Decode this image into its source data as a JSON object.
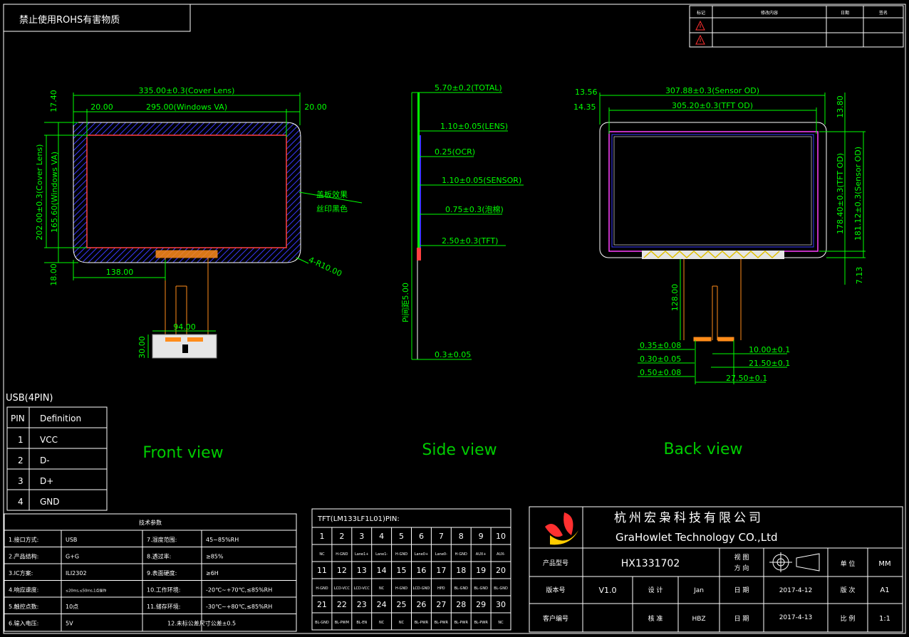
{
  "title_note": "禁止使用ROHS有害物质",
  "revision_table": {
    "headers": [
      "标记",
      "修改内容",
      "日期",
      "签名"
    ],
    "marks": [
      "warning-triangle-icon",
      "warning-triangle-icon"
    ]
  },
  "front_view": {
    "label": "Front view",
    "dims": {
      "cover_lens_w": "335.00±0.3(Cover Lens)",
      "windows_va_w": "295.00(Windows VA)",
      "margin_left": "20.00",
      "margin_right": "20.00",
      "cover_lens_h": "202.00±0.3(Cover Lens)",
      "windows_va_h": "165.60(Windows VA)",
      "top_margin": "17.40",
      "bottom_margin": "18.00",
      "fpc_offset": "138.00",
      "corner_radius": "4-R10.00",
      "connector_w": "94.00",
      "connector_h": "30.00"
    },
    "annotation_lines": [
      "盖板效果",
      "丝印黑色"
    ]
  },
  "side_view": {
    "label": "Side view",
    "dims": [
      "5.70±0.2(TOTAL)",
      "1.10±0.05(LENS)",
      "0.25(OCR)",
      "1.10±0.05(SENSOR)",
      "0.75±0.3(泡棉)",
      "2.50±0.3(TFT)"
    ],
    "fpc_pitch": "Pi间距5.00",
    "fpc_thickness": "0.3±0.05"
  },
  "back_view": {
    "label": "Back view",
    "dims": {
      "left1": "13.56",
      "sensor_od_w": "307.88±0.3(Sensor OD)",
      "left2": "14.35",
      "tft_od_w": "305.20±0.3(TFT OD)",
      "right_top": "13.80",
      "tft_od_h": "178.40±0.3(TFT OD)",
      "sensor_od_h": "181.12±0.3(Sensor OD)",
      "bottom_right": "7.13",
      "fpc_len": "128.00",
      "d1": "0.35±0.08",
      "d2": "0.30±0.05",
      "d3": "0.50±0.08",
      "w1": "10.00±0.1",
      "w2": "21.50±0.1",
      "w3": "27.50±0.1"
    }
  },
  "usb_table": {
    "title": "USB(4PIN)",
    "headers": [
      "PIN",
      "Definition"
    ],
    "rows": [
      [
        "1",
        "VCC"
      ],
      [
        "2",
        "D-"
      ],
      [
        "3",
        "D+"
      ],
      [
        "4",
        "GND"
      ]
    ]
  },
  "spec_table": {
    "title": "技术参数",
    "rows": [
      [
        "1.接口方式:",
        "USB",
        "7.湿度范围:",
        "45~85%RH"
      ],
      [
        "2.产品结构:",
        "G+G",
        "8.透过率:",
        "≥85%"
      ],
      [
        "3.IC方案:",
        "ILI2302",
        "9.表面硬度:",
        "≥6H"
      ],
      [
        "4.响应速度:",
        "≤20ms,≤50ms,1点操作",
        "10.工作环境:",
        "-20℃~+70℃,≤85%RH"
      ],
      [
        "5.触控点数:",
        "10点",
        "11.储存环境:",
        "-30℃~+80℃,≤85%RH"
      ],
      [
        "6.输入电压:",
        "5V",
        "12.未标公差尺寸公差±0.5",
        ""
      ]
    ]
  },
  "tft_pin_table": {
    "title": "TFT(LM133LF1L01)PIN:",
    "rows": [
      [
        "1",
        "2",
        "3",
        "4",
        "5",
        "6",
        "7",
        "8",
        "9",
        "10"
      ],
      [
        "NC",
        "H-GND",
        "Lane1+",
        "Lane1-",
        "H-GND",
        "Lane0+",
        "Lane0-",
        "H-GND",
        "AUX+",
        "AUX-"
      ],
      [
        "11",
        "12",
        "13",
        "14",
        "15",
        "16",
        "17",
        "18",
        "19",
        "20"
      ],
      [
        "H-GND",
        "LCD-VCC",
        "LCD-VCC",
        "NC",
        "H-GND",
        "LCD-GND",
        "HPD",
        "BL-GND",
        "BL-GND",
        "BL-GND"
      ],
      [
        "21",
        "22",
        "23",
        "24",
        "25",
        "26",
        "27",
        "28",
        "29",
        "30"
      ],
      [
        "BL-GND",
        "BL-PWM",
        "BL-EN",
        "NC",
        "NC",
        "BL-PWR",
        "BL-PWR",
        "BL-PWR",
        "BL-PWR",
        "NC"
      ]
    ]
  },
  "title_block": {
    "company_cn": "杭州宏枭科技有限公司",
    "company_en": "GraHowlet Technology CO.,Ltd",
    "model_label": "产品型号",
    "model": "HX1331702",
    "view_dir": [
      "视 图",
      "方 向"
    ],
    "unit_label": "单 位",
    "unit": "MM",
    "version_label": "版本号",
    "version": "V1.0",
    "design_label": "设 计",
    "designer": "Jan",
    "date_label1": "日 期",
    "date1": "2017-4-12",
    "size_label": "版 次",
    "size": "A1",
    "customer_label": "客户编号",
    "approve_label": "核 准",
    "approver": "HBZ",
    "date_label2": "日 期",
    "date2": "2017-4-13",
    "scale_label": "比 例",
    "scale": "1:1"
  },
  "colors": {
    "frame": "#ffffff",
    "dim": "#00ff00",
    "label": "#00cc00",
    "hatch": "#3a3aff",
    "edge": "#ff4040",
    "fpc": "#ff8c1a",
    "connector": "#e6e6e6",
    "warn": "#ff3030",
    "sensor": "#ff40ff"
  }
}
